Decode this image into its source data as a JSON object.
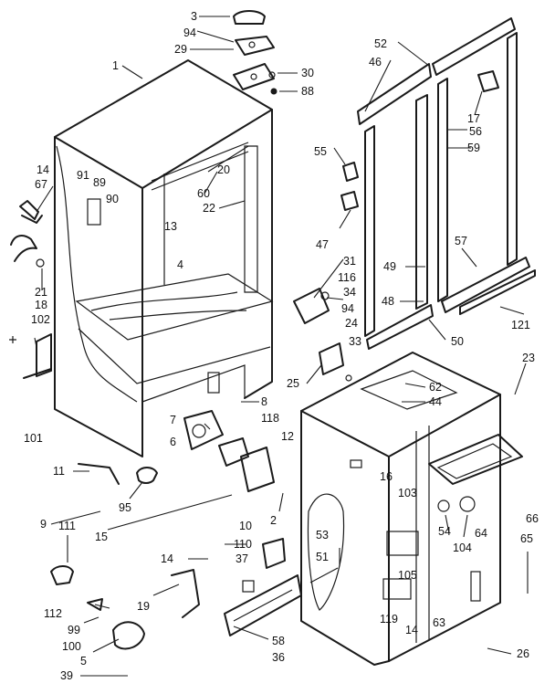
{
  "diagram": {
    "type": "exploded-parts-view",
    "callouts": [
      {
        "id": "c3",
        "text": "3"
      },
      {
        "id": "c94a",
        "text": "94"
      },
      {
        "id": "c29",
        "text": "29"
      },
      {
        "id": "c1",
        "text": "1"
      },
      {
        "id": "c30",
        "text": "30"
      },
      {
        "id": "c88",
        "text": "88"
      },
      {
        "id": "c52",
        "text": "52"
      },
      {
        "id": "c46",
        "text": "46"
      },
      {
        "id": "c17",
        "text": "17"
      },
      {
        "id": "c56",
        "text": "56"
      },
      {
        "id": "c59",
        "text": "59"
      },
      {
        "id": "c14a",
        "text": "14"
      },
      {
        "id": "c67",
        "text": "67"
      },
      {
        "id": "c91",
        "text": "91"
      },
      {
        "id": "c89",
        "text": "89"
      },
      {
        "id": "c90",
        "text": "90"
      },
      {
        "id": "c20",
        "text": "20"
      },
      {
        "id": "c60",
        "text": "60"
      },
      {
        "id": "c22",
        "text": "22"
      },
      {
        "id": "c13",
        "text": "13"
      },
      {
        "id": "c55",
        "text": "55"
      },
      {
        "id": "c47",
        "text": "47"
      },
      {
        "id": "c4",
        "text": "4"
      },
      {
        "id": "c21",
        "text": "21"
      },
      {
        "id": "c18",
        "text": "18"
      },
      {
        "id": "c102",
        "text": "102"
      },
      {
        "id": "c31",
        "text": "31"
      },
      {
        "id": "c116",
        "text": "116"
      },
      {
        "id": "c34",
        "text": "34"
      },
      {
        "id": "c94b",
        "text": "94"
      },
      {
        "id": "c24",
        "text": "24"
      },
      {
        "id": "c33",
        "text": "33"
      },
      {
        "id": "c49",
        "text": "49"
      },
      {
        "id": "c48",
        "text": "48"
      },
      {
        "id": "c57",
        "text": "57"
      },
      {
        "id": "c121",
        "text": "121"
      },
      {
        "id": "c50",
        "text": "50"
      },
      {
        "id": "c23",
        "text": "23"
      },
      {
        "id": "c25",
        "text": "25"
      },
      {
        "id": "c62",
        "text": "62"
      },
      {
        "id": "c44",
        "text": "44"
      },
      {
        "id": "c8",
        "text": "8"
      },
      {
        "id": "c7",
        "text": "7"
      },
      {
        "id": "c118",
        "text": "118"
      },
      {
        "id": "c6",
        "text": "6"
      },
      {
        "id": "c12",
        "text": "12"
      },
      {
        "id": "c101",
        "text": "101"
      },
      {
        "id": "c11",
        "text": "11"
      },
      {
        "id": "c95",
        "text": "95"
      },
      {
        "id": "c16",
        "text": "16"
      },
      {
        "id": "c103",
        "text": "103"
      },
      {
        "id": "c66",
        "text": "66"
      },
      {
        "id": "c9",
        "text": "9"
      },
      {
        "id": "c15",
        "text": "15"
      },
      {
        "id": "c10",
        "text": "10"
      },
      {
        "id": "c2",
        "text": "2"
      },
      {
        "id": "c54",
        "text": "54"
      },
      {
        "id": "c104",
        "text": "104"
      },
      {
        "id": "c64",
        "text": "64"
      },
      {
        "id": "c65",
        "text": "65"
      },
      {
        "id": "c53",
        "text": "53"
      },
      {
        "id": "c111",
        "text": "111"
      },
      {
        "id": "c110",
        "text": "110"
      },
      {
        "id": "c51",
        "text": "51"
      },
      {
        "id": "c14b",
        "text": "14"
      },
      {
        "id": "c37",
        "text": "37"
      },
      {
        "id": "c105",
        "text": "105"
      },
      {
        "id": "c19",
        "text": "19"
      },
      {
        "id": "c112",
        "text": "112"
      },
      {
        "id": "c99",
        "text": "99"
      },
      {
        "id": "c119",
        "text": "119"
      },
      {
        "id": "c14c",
        "text": "14"
      },
      {
        "id": "c63",
        "text": "63"
      },
      {
        "id": "c100",
        "text": "100"
      },
      {
        "id": "c5",
        "text": "5"
      },
      {
        "id": "c58",
        "text": "58"
      },
      {
        "id": "c36",
        "text": "36"
      },
      {
        "id": "c26",
        "text": "26"
      },
      {
        "id": "c39",
        "text": "39"
      }
    ]
  }
}
